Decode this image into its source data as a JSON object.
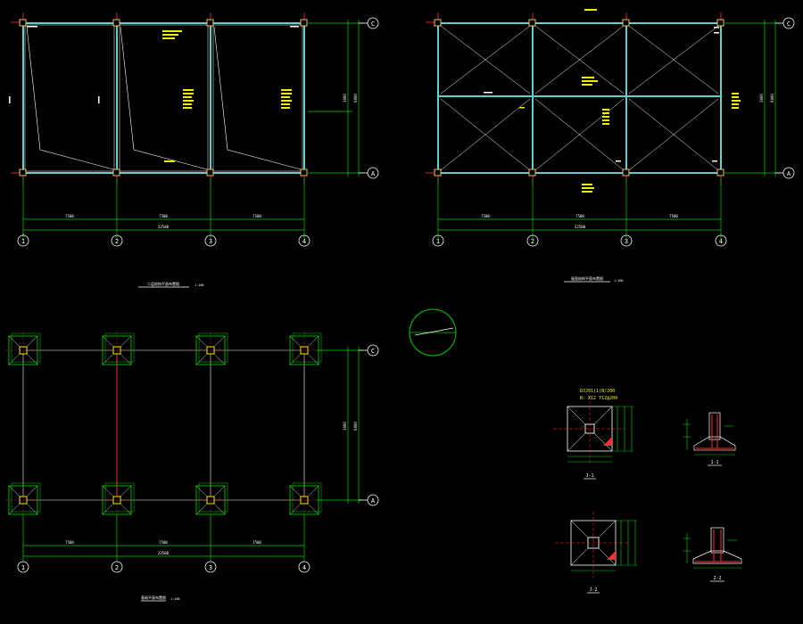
{
  "colors": {
    "background": "#000000",
    "beam": "#5fd0d0",
    "dimension": "#00d000",
    "leader": "#f0f000",
    "axis": "#ffffff",
    "column": "#e03030",
    "hatch": "#ff3030"
  },
  "axes": {
    "cols": [
      "1",
      "2",
      "3",
      "4"
    ],
    "rows": [
      "A",
      "C"
    ]
  },
  "plan_top_left": {
    "bay_dims": [
      "7500",
      "7500",
      "7500"
    ],
    "total_dim": "22500",
    "span_dims": [
      "3000",
      "6000"
    ],
    "title": "二层结构平面布置图",
    "scale": "1:100"
  },
  "plan_top_right": {
    "bay_dims": [
      "7500",
      "7500",
      "7500"
    ],
    "total_dim": "22500",
    "span_dims": [
      "3000",
      "6000"
    ],
    "title": "屋面结构平面布置图",
    "scale": "1:100"
  },
  "foundation_plan": {
    "bay_dims": [
      "7500",
      "7500",
      "7500"
    ],
    "total_dim": "22500",
    "span_dims": [
      "3000",
      "6000"
    ],
    "title": "基础平面布置图",
    "scale": "1:100"
  },
  "details": {
    "j1_text_1": "DJJ01(1)B/200",
    "j1_text_2": "B: X12 Y12@200",
    "j1_label": "J-1",
    "j2_label": "J-2",
    "section_1": "1-1",
    "section_2": "2-2"
  }
}
